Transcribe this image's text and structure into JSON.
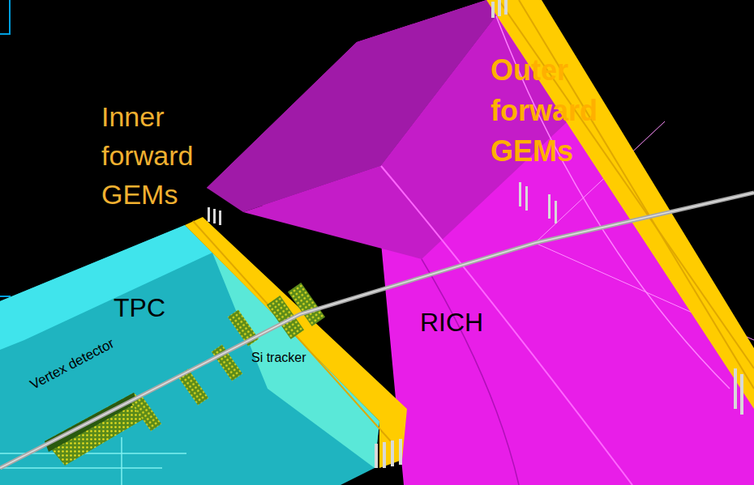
{
  "diagram": {
    "labels": [
      "Inner forward GEMs",
      "Outer forward GEMs",
      "TPC",
      "RICH",
      "Vertex detector",
      "Si tracker"
    ]
  }
}
